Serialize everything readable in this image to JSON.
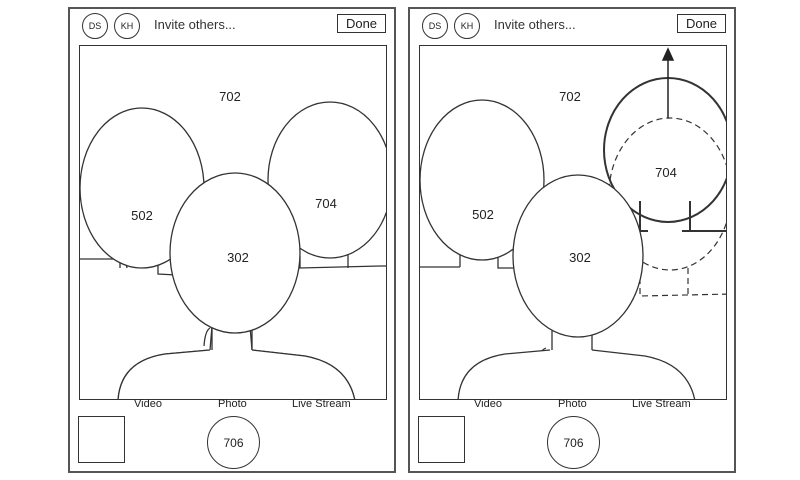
{
  "panels": [
    {
      "avatars": [
        "DS",
        "KH"
      ],
      "invite_text": "Invite others...",
      "done_label": "Done",
      "scene_ref": "702",
      "subjects": [
        "502",
        "302",
        "704"
      ],
      "modes": [
        "Video",
        "Photo",
        "Live Stream"
      ],
      "shutter_ref": "706"
    },
    {
      "avatars": [
        "DS",
        "KH"
      ],
      "invite_text": "Invite others...",
      "done_label": "Done",
      "scene_ref": "702",
      "subjects": [
        "502",
        "302",
        "704"
      ],
      "modes": [
        "Video",
        "Photo",
        "Live Stream"
      ],
      "shutter_ref": "706"
    }
  ]
}
